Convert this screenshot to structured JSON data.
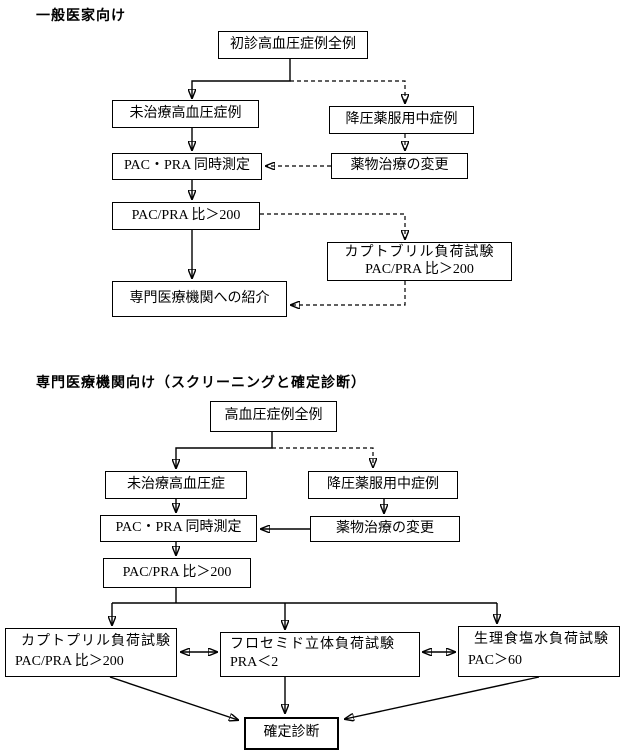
{
  "titles": {
    "chart1": "一般医家向け",
    "chart2": "専門医療機関向け（スクリーニングと確定診断）"
  },
  "chart1": {
    "nodes": {
      "first_visit_all": "初診高血圧症例全例",
      "untreated": "未治療高血圧症例",
      "on_medication": "降圧薬服用中症例",
      "pac_pra_measurement": "PAC・PRA 同時測定",
      "drug_change": "薬物治療の変更",
      "pac_pra_ratio": "PAC/PRA 比＞200",
      "captopril_test": {
        "line1": "カプトブリル負荷試験",
        "line2": "PAC/PRA 比＞200"
      },
      "referral": "専門医療機関への紹介"
    }
  },
  "chart2": {
    "nodes": {
      "all_cases": "高血圧症例全例",
      "untreated": "未治療高血圧症",
      "on_medication": "降圧薬服用中症例",
      "pac_pra_measurement": "PAC・PRA 同時測定",
      "drug_change": "薬物治療の変更",
      "pac_pra_ratio": "PAC/PRA 比＞200",
      "captopril_test": {
        "line1": "カプトプリル負荷試験",
        "line2": "PAC/PRA 比＞200"
      },
      "furosemide_test": {
        "line1": "フロセミド立体負荷試験",
        "line2": "PRA＜2"
      },
      "saline_test": {
        "line1": "生理食塩水負荷試験",
        "line2": "PAC＞60"
      },
      "diagnosis": "確定診断"
    }
  },
  "colors": {
    "background": "#ffffff",
    "line": "#000000",
    "border": "#000000",
    "text": "#000000"
  }
}
